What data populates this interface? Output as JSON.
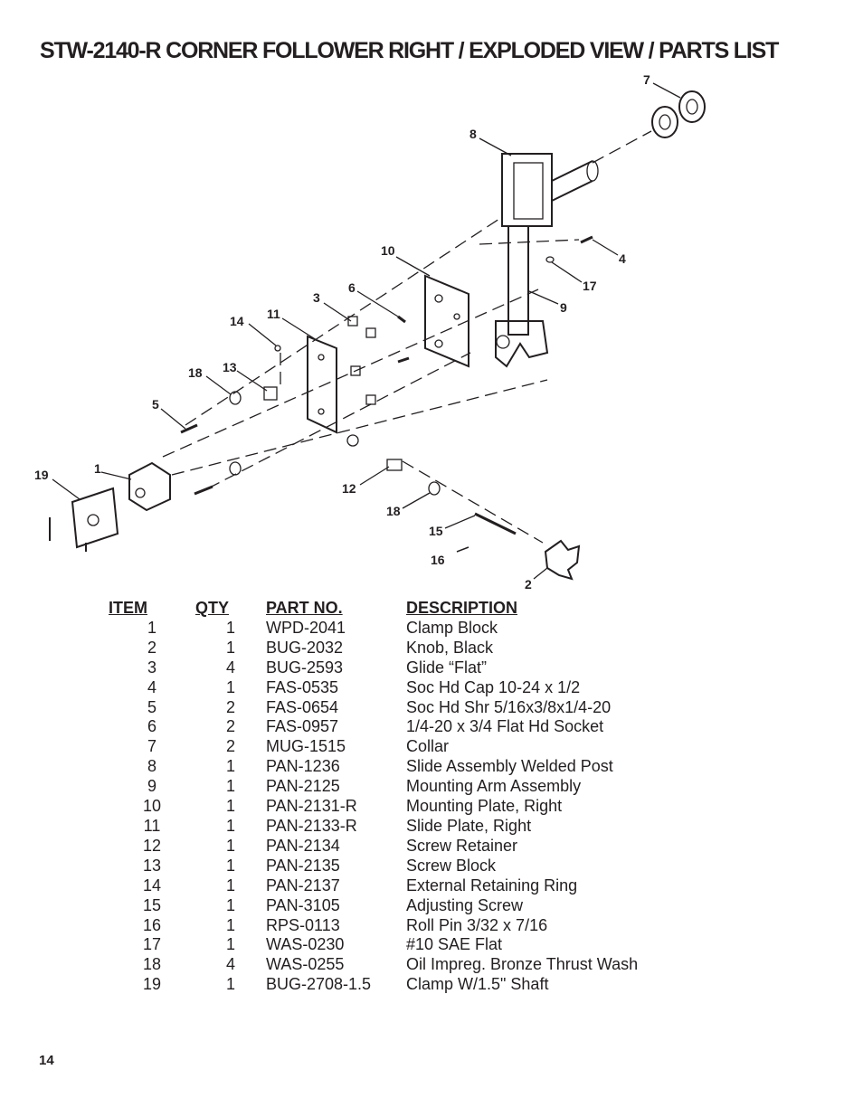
{
  "title": "STW-2140-R CORNER FOLLOWER RIGHT / EXPLODED VIEW / PARTS LIST",
  "diagram": {
    "callouts": [
      "7",
      "8",
      "4",
      "17",
      "10",
      "9",
      "6",
      "3",
      "11",
      "14",
      "13",
      "18",
      "5",
      "19",
      "1",
      "12",
      "18",
      "15",
      "16",
      "2"
    ]
  },
  "parts_list": {
    "headers": {
      "item": "ITEM",
      "qty": "QTY",
      "part": "PART NO.",
      "desc": "DESCRIPTION"
    },
    "rows": [
      {
        "item": "1",
        "qty": "1",
        "part": "WPD-2041",
        "desc": "Clamp Block"
      },
      {
        "item": "2",
        "qty": "1",
        "part": "BUG-2032",
        "desc": "Knob, Black"
      },
      {
        "item": "3",
        "qty": "4",
        "part": "BUG-2593",
        "desc": "Glide “Flat”"
      },
      {
        "item": "4",
        "qty": "1",
        "part": "FAS-0535",
        "desc": "Soc Hd Cap 10-24 x 1/2"
      },
      {
        "item": "5",
        "qty": "2",
        "part": "FAS-0654",
        "desc": "Soc Hd Shr 5/16x3/8x1/4-20"
      },
      {
        "item": "6",
        "qty": "2",
        "part": "FAS-0957",
        "desc": "1/4-20 x 3/4 Flat Hd Socket"
      },
      {
        "item": "7",
        "qty": "2",
        "part": "MUG-1515",
        "desc": "Collar"
      },
      {
        "item": "8",
        "qty": "1",
        "part": "PAN-1236",
        "desc": "Slide Assembly Welded Post"
      },
      {
        "item": "9",
        "qty": "1",
        "part": "PAN-2125",
        "desc": "Mounting Arm Assembly"
      },
      {
        "item": "10",
        "qty": "1",
        "part": "PAN-2131-R",
        "desc": "Mounting Plate, Right"
      },
      {
        "item": "11",
        "qty": "1",
        "part": "PAN-2133-R",
        "desc": "Slide Plate, Right"
      },
      {
        "item": "12",
        "qty": "1",
        "part": "PAN-2134",
        "desc": "Screw Retainer"
      },
      {
        "item": "13",
        "qty": "1",
        "part": "PAN-2135",
        "desc": "Screw Block"
      },
      {
        "item": "14",
        "qty": "1",
        "part": "PAN-2137",
        "desc": "External Retaining Ring"
      },
      {
        "item": "15",
        "qty": "1",
        "part": "PAN-3105",
        "desc": "Adjusting Screw"
      },
      {
        "item": "16",
        "qty": "1",
        "part": "RPS-0113",
        "desc": "Roll Pin 3/32 x 7/16"
      },
      {
        "item": "17",
        "qty": "1",
        "part": "WAS-0230",
        "desc": "#10 SAE Flat"
      },
      {
        "item": "18",
        "qty": "4",
        "part": "WAS-0255",
        "desc": "Oil Impreg. Bronze Thrust Wash"
      },
      {
        "item": "19",
        "qty": "1",
        "part": "BUG-2708-1.5",
        "desc": "Clamp W/1.5\" Shaft"
      }
    ]
  },
  "page_number": "14"
}
